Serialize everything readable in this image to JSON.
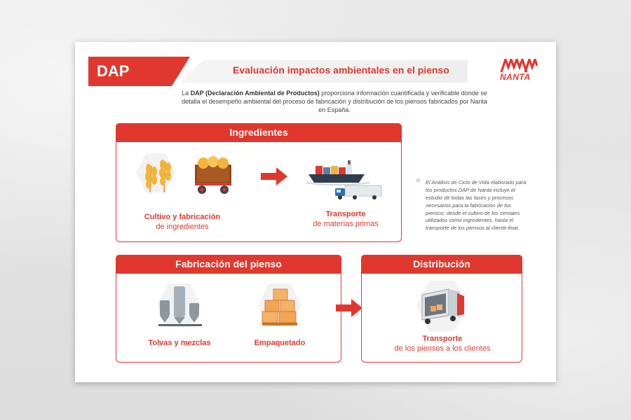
{
  "header": {
    "tag": "DAP",
    "title": "Evaluación impactos ambientales en el pienso",
    "logo_text": "NANTA"
  },
  "intro": {
    "prefix": "La ",
    "bold": "DAP (Declaración Ambiental de Productos)",
    "rest": " proporciona información cuantificada y verificable donde se detalla el desempeño ambiental del proceso de fabricación y distribución de los piensos fabricados por Nanta en España."
  },
  "sections": {
    "ingredientes": {
      "title": "Ingredientes",
      "step1_bold": "Cultivo y fabricación",
      "step1_normal": "de ingredientes",
      "step2_bold": "Transporte",
      "step2_normal": "de materias primas"
    },
    "fabricacion": {
      "title": "Fabricación del pienso",
      "step1_bold": "Tolvas y mezclas",
      "step2_bold": "Empaquetado"
    },
    "distribucion": {
      "title": "Distribución",
      "step1_bold": "Transporte",
      "step1_normal": "de los piensos a los clientes"
    }
  },
  "side_note": "El Análisis de Ciclo de Vida elaborado para los productos DAP de Nanta incluye el estudio de todas las fases y procesos necesarios para la fabricación de los piensos: desde el cultivo de los cereales utilizados como ingredientes, hasta el transporte de los piensos al cliente final.",
  "colors": {
    "accent": "#e0382e",
    "text": "#444444"
  },
  "icons": [
    "wheat-icon",
    "hay-cart-icon",
    "cargo-ship-icon",
    "truck-icon",
    "silo-icon",
    "boxes-icon",
    "delivery-truck-icon",
    "arrow-right-icon",
    "chevron-icon"
  ]
}
